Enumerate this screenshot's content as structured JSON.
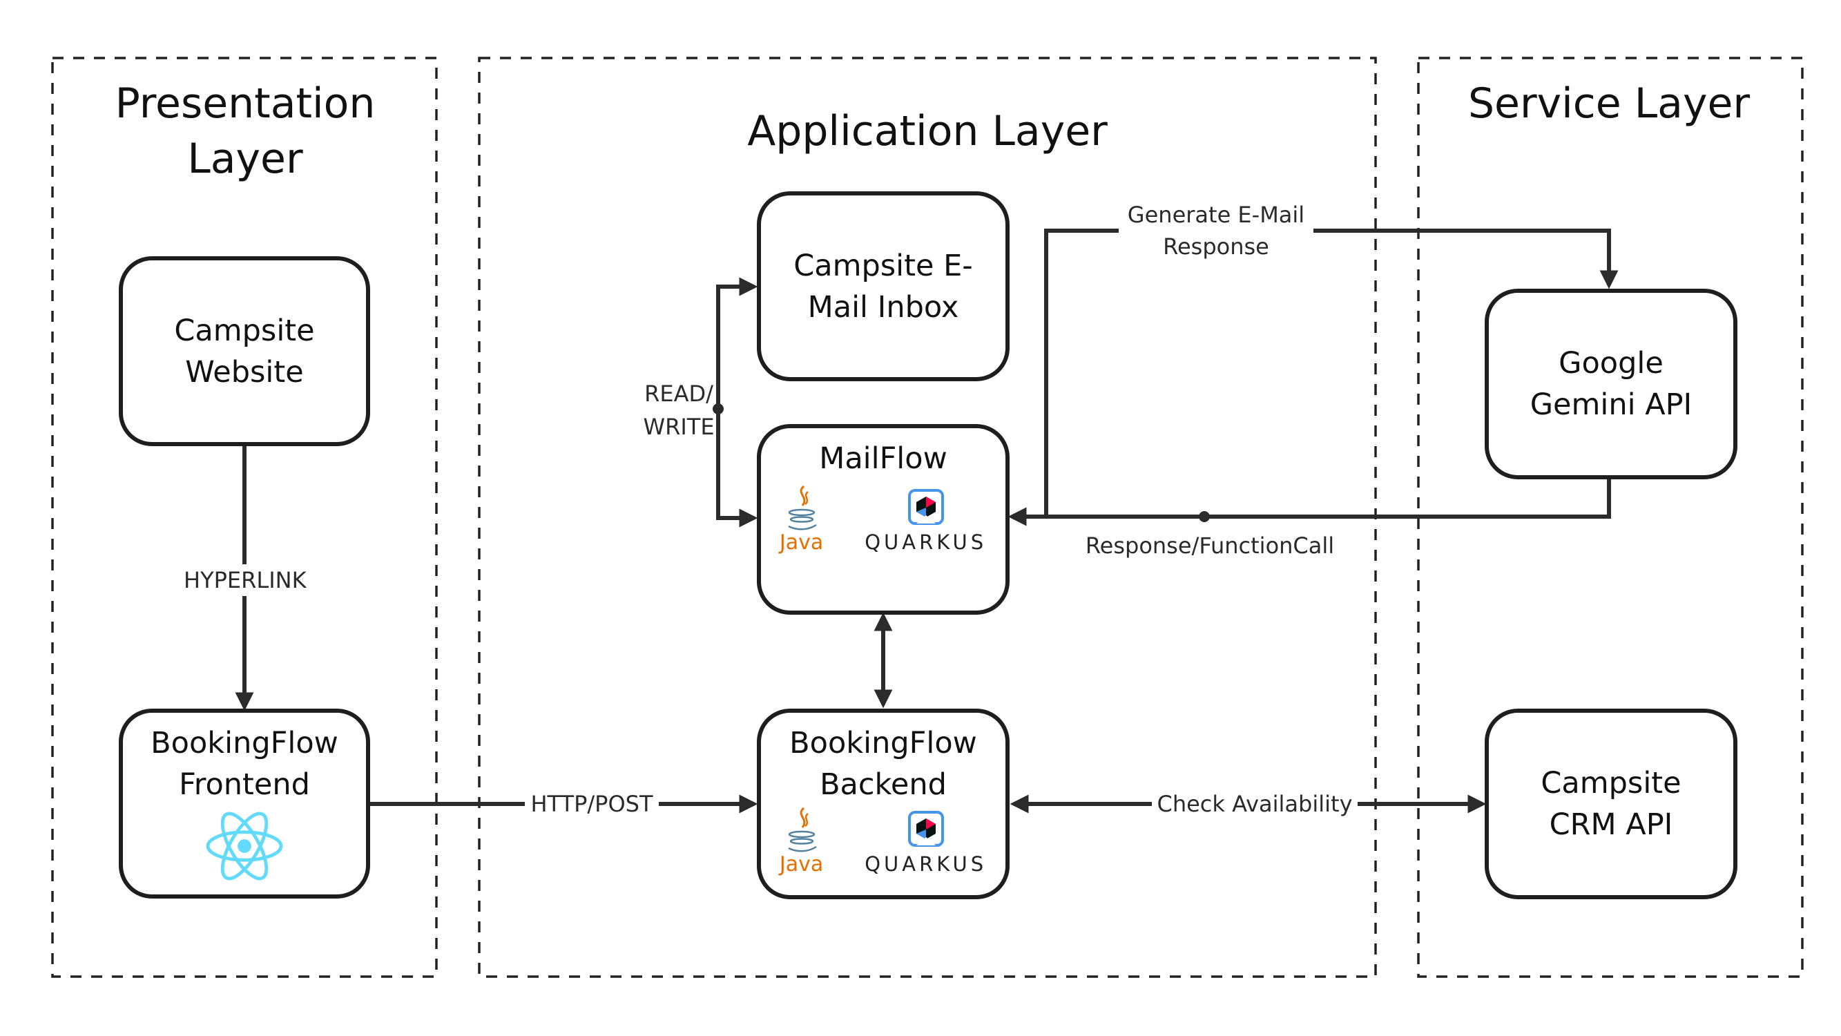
{
  "layers": {
    "presentation": "Presentation Layer",
    "application": "Application Layer",
    "service": "Service Layer"
  },
  "nodes": {
    "campsite_website": "Campsite Website",
    "bookingflow_frontend": "BookingFlow Frontend",
    "campsite_inbox": "Campsite E-Mail Inbox",
    "mailflow": "MailFlow",
    "bookingflow_backend": "BookingFlow Backend",
    "gemini": "Google Gemini API",
    "crm": "Campsite CRM API"
  },
  "edges": {
    "hyperlink": "HYPERLINK",
    "http_post": "HTTP/POST",
    "read": "READ/",
    "write": "WRITE",
    "generate_1": "Generate E-Mail",
    "generate_2": "Response",
    "response_call": "Response/FunctionCall",
    "check": "Check Availability"
  },
  "logos": {
    "java": "Java",
    "quarkus": "QUARKUS",
    "react": "react-icon"
  },
  "colors": {
    "stroke": "#1e1e1e",
    "java_orange": "#e76f00",
    "java_blue": "#5382a1",
    "quarkus_blue": "#4695eb",
    "quarkus_red": "#ff004a",
    "react_cyan": "#61dafb"
  }
}
